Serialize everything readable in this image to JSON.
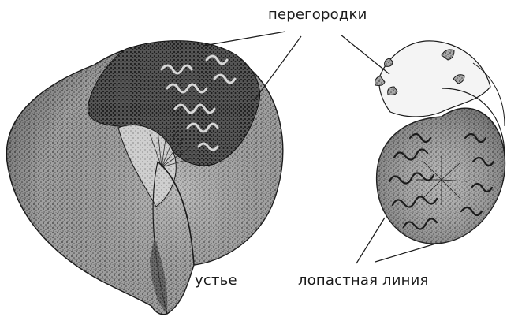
{
  "labels": {
    "septa": "перегородки",
    "aperture": "устье",
    "suture_line": "лопастная линия"
  },
  "colors": {
    "ink": "#1b1b1b",
    "shell_mid": "#8a8a8a",
    "shell_light": "#b9b9b9",
    "shell_dark": "#2a2a2a",
    "background": "#ffffff"
  }
}
